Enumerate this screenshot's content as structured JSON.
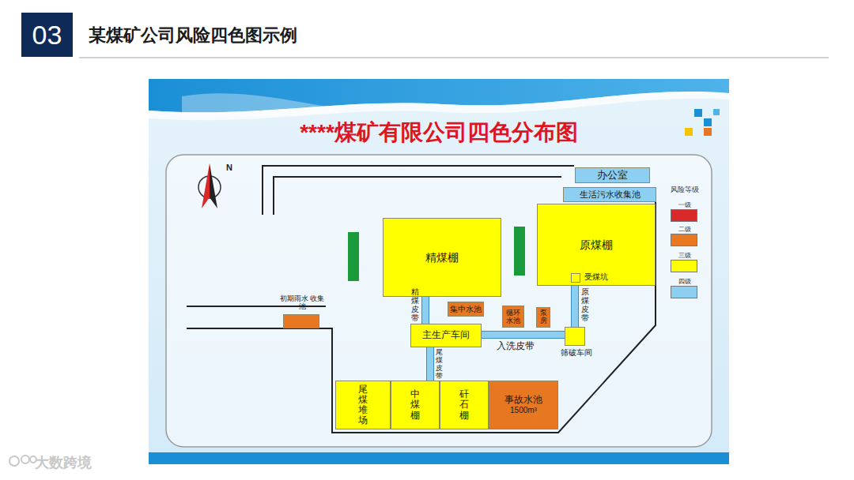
{
  "diagram": {
    "title": "某煤矿公司风险四色图示例",
    "nodes": [
      {
        "text": [
          "办公室"
        ]
      },
      {
        "text": [
          "生活污水收集池"
        ]
      },
      {
        "text": [
          "精煤棚"
        ]
      },
      {
        "text": [
          "原煤棚"
        ]
      },
      {
        "text": [
          "受煤坑"
        ],
        "in": 3
      },
      {
        "text": [
          "初期雨水 收集池"
        ]
      },
      {
        "text": [
          "集中水池"
        ]
      },
      {
        "text": [
          "循环 水池"
        ]
      },
      {
        "text": [
          "泵房"
        ]
      },
      {
        "text": [
          "主生产车间"
        ]
      },
      {
        "text": [
          "筛破车间"
        ]
      },
      {
        "text": [
          "尾煤堆场"
        ]
      },
      {
        "text": [
          "中煤棚"
        ]
      },
      {
        "text": [
          "矸石棚"
        ]
      },
      {
        "text": [
          "事故水池",
          "1500m³"
        ]
      }
    ],
    "edges": [
      {
        "from": 2,
        "to": 9,
        "arrow": "none",
        "label": "精煤皮带"
      },
      {
        "from": 4,
        "to": 10,
        "arrow": "none",
        "label": "原煤皮带"
      },
      {
        "from": 10,
        "to": 9,
        "arrow": "none",
        "label": "入洗皮带"
      },
      {
        "from": 9,
        "to": 12,
        "arrow": "none",
        "label": "尾煤皮带"
      }
    ],
    "labels": [
      "03",
      "****煤矿有限公司四色分布图",
      "N",
      "风险等级",
      "大数跨境"
    ],
    "legend": [
      {
        "text": "一级",
        "color": "#d9292a"
      },
      {
        "text": "二级",
        "color": "#e87722"
      },
      {
        "text": "三级",
        "color": "#ffff00"
      },
      {
        "text": "四级",
        "color": "#8ccff0"
      }
    ]
  }
}
